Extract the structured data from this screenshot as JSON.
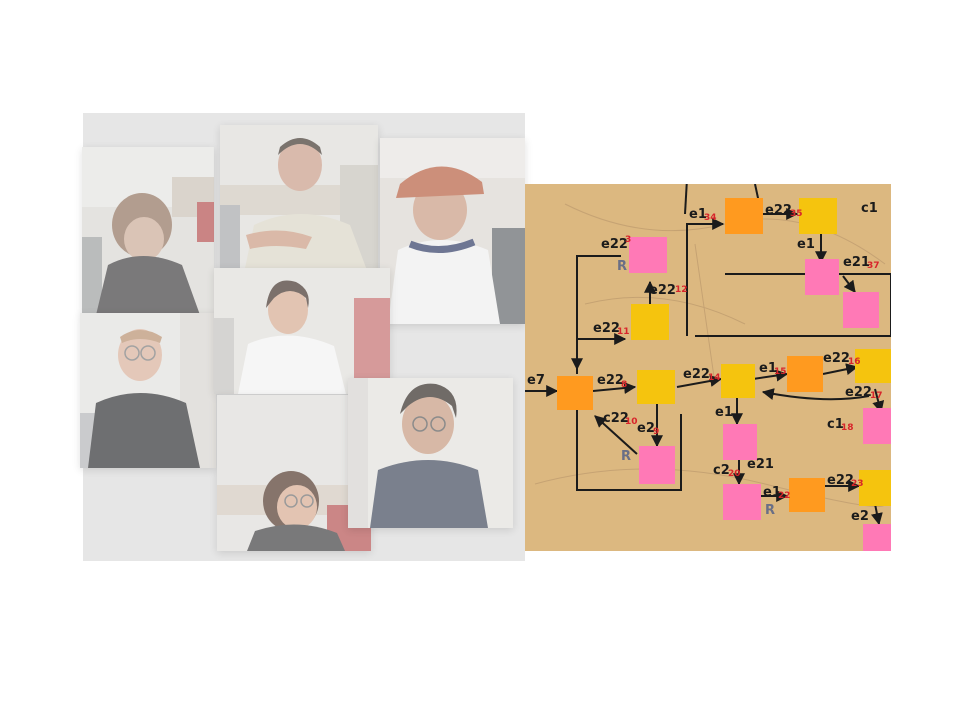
{
  "collage": {
    "photos": [
      {
        "id": "woman-reading"
      },
      {
        "id": "young-man-crewcut"
      },
      {
        "id": "man-red-cap"
      },
      {
        "id": "man-glasses-dark-jacket"
      },
      {
        "id": "woman-white-shirt"
      },
      {
        "id": "woman-smiling-glasses"
      },
      {
        "id": "man-curly-hair-glasses"
      }
    ]
  },
  "board": {
    "background": "#dcb880",
    "colors": {
      "orange": "#ff9a1f",
      "yellow": "#f5c40e",
      "pink": "#ff79b6",
      "ink": "#1b1b1b",
      "red_ink": "#d8252b"
    },
    "labels": {
      "e7": "e7",
      "e22_8": "e22",
      "n8": "8",
      "e22_14": "e22",
      "n14": "14",
      "e1_15": "e1",
      "n15": "15",
      "e22_16": "e22",
      "n16": "16",
      "e22_17": "e22",
      "n17": "17",
      "c1_18": "c1",
      "n18": "18",
      "e1_34": "e1",
      "n34": "34",
      "e22_35": "e22",
      "n35": "35",
      "c1_top": "c1",
      "e1_36": "e1",
      "e21_37": "e21",
      "n37": "37",
      "e22_3": "e22",
      "n3": "3",
      "r1": "R",
      "e22_12": "e22",
      "n12": "12",
      "e22_11": "e22",
      "n11": "11",
      "c22_10": "c22",
      "n10": "10",
      "e21_9": "e2",
      "n9": "9",
      "r2": "R",
      "e1_19": "e1",
      "c2_20": "c2",
      "n20": "20",
      "e21_21": "e21",
      "e1_22": "e1",
      "n22": "22",
      "r3": "R",
      "e22_23": "e22",
      "n23": "23",
      "e21_24": "e2"
    }
  }
}
